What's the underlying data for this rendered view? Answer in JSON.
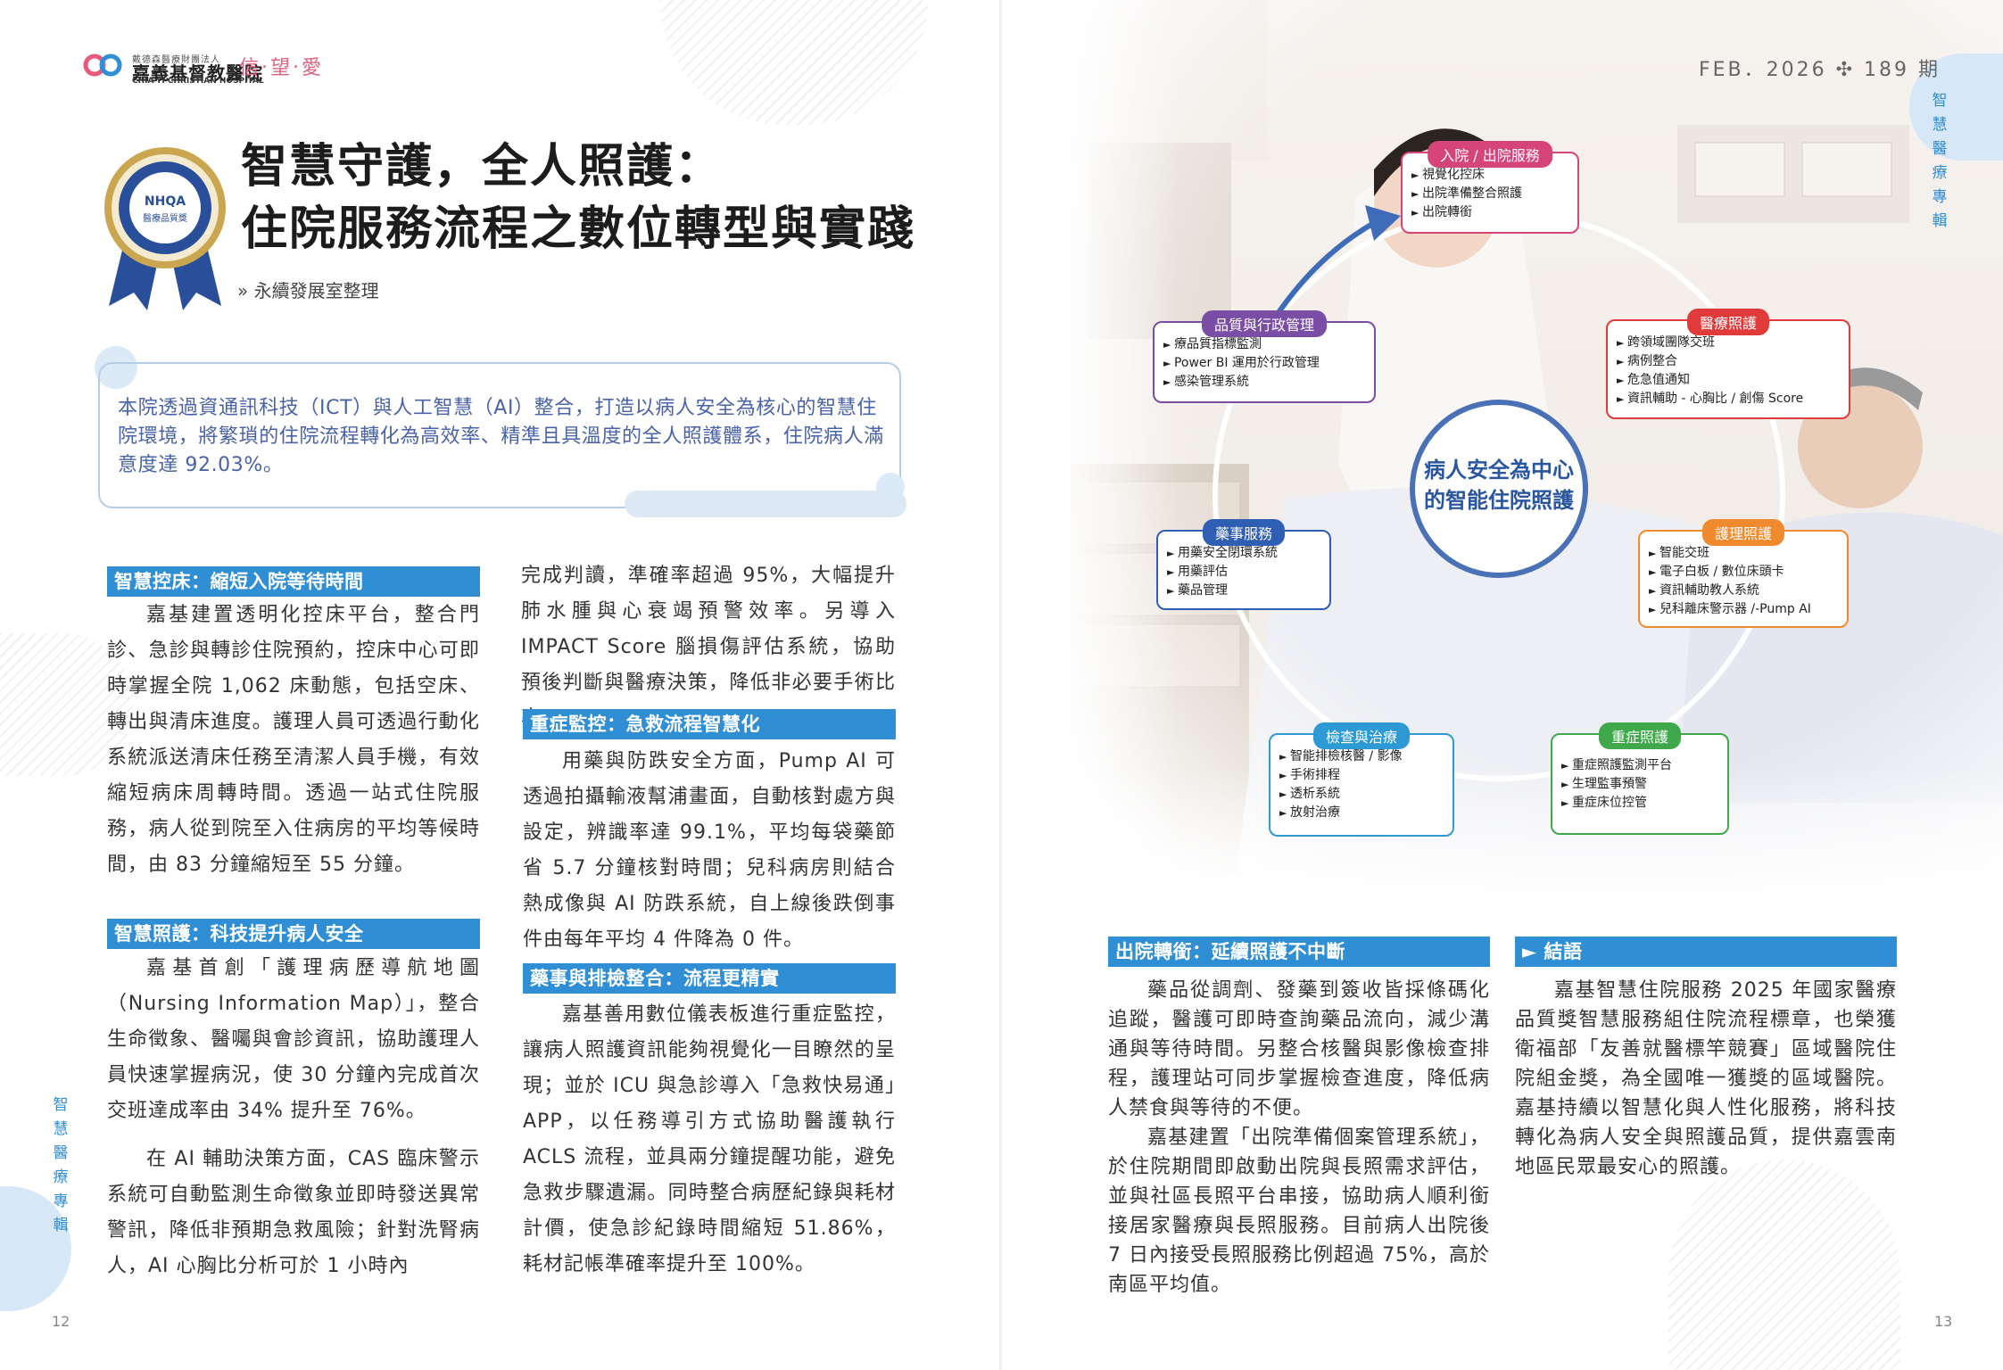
{
  "header": {
    "hospital_small": "戴德森醫療財團法人",
    "hospital_name": "嘉義基督教醫院",
    "hospital_en": "CHIA-YI CHRISTIAN HOSPITAL",
    "motto": "信‧望‧愛",
    "issue": "FEB．2026 ✣ 189 期"
  },
  "article": {
    "title_line1": "智慧守護，全人照護：",
    "title_line2": "住院服務流程之數位轉型與實踐",
    "byline": "» 永續發展室整理",
    "intro": "本院透過資通訊科技（ICT）與人工智慧（AI）整合，打造以病人安全為核心的智慧住院環境，將繁瑣的住院流程轉化為高效率、精準且具溫度的全人照護體系，住院病人滿意度達 92.03%。"
  },
  "medal": {
    "text_top": "NHQA",
    "text_bottom": "醫療品質獎"
  },
  "sections": {
    "s1": {
      "heading": "智慧控床：縮短入院等待時間",
      "body": "嘉基建置透明化控床平台，整合門診、急診與轉診住院預約，控床中心可即時掌握全院 1,062 床動態，包括空床、轉出與清床進度。護理人員可透過行動化系統派送清床任務至清潔人員手機，有效縮短病床周轉時間。透過一站式住院服務，病人從到院至入住病房的平均等候時間，由 83 分鐘縮短至 55 分鐘。"
    },
    "s2": {
      "heading": "智慧照護：科技提升病人安全",
      "body1": "嘉基首創「護理病歷導航地圖（Nursing Information Map）」，整合生命徵象、醫囑與會診資訊，協助護理人員快速掌握病況，使 30 分鐘內完成首次交班達成率由 34% 提升至 76%。",
      "body2": "在 AI 輔助決策方面，CAS 臨床警示系統可自動監測生命徵象並即時發送異常警訊，降低非預期急救風險；針對洗腎病人，AI 心胸比分析可於 1 小時內",
      "body2_cont": "完成判讀，準確率超過 95%，大幅提升肺水腫與心衰竭預警效率。另導入 IMPACT Score 腦損傷評估系統，協助預後判斷與醫療決策，降低非必要手術比率。"
    },
    "s3": {
      "heading": "重症監控：急救流程智慧化",
      "body": "用藥與防跌安全方面，Pump AI 可透過拍攝輸液幫浦畫面，自動核對處方與設定，辨識率達 99.1%，平均每袋藥節省 5.7 分鐘核對時間；兒科病房則結合熱成像與 AI 防跌系統，自上線後跌倒事件由每年平均 4 件降為 0 件。"
    },
    "s4": {
      "heading": "藥事與排檢整合：流程更精實",
      "body": "嘉基善用數位儀表板進行重症監控，讓病人照護資訊能夠視覺化一目瞭然的呈現；並於 ICU 與急診導入「急救快易通」APP，以任務導引方式協助醫護執行 ACLS 流程，並具兩分鐘提醒功能，避免急救步驟遺漏。同時整合病歷紀錄與耗材計價，使急診紀錄時間縮短 51.86%，耗材記帳準確率提升至 100%。"
    },
    "s5": {
      "heading": "出院轉銜：延續照護不中斷",
      "body1": "藥品從調劑、發藥到簽收皆採條碼化追蹤，醫護可即時查詢藥品流向，減少溝通與等待時間。另整合核醫與影像檢查排程，護理站可同步掌握檢查進度，降低病人禁食與等待的不便。",
      "body2": "嘉基建置「出院準備個案管理系統」，於住院期間即啟動出院與長照需求評估，並與社區長照平台串接，協助病人順利銜接居家醫療與長照服務。目前病人出院後 7 日內接受長照服務比例超過 75%，高於南區平均值。"
    },
    "s6": {
      "heading": "► 結語",
      "body": "嘉基智慧住院服務 2025 年國家醫療品質獎智慧服務組住院流程標章，也榮獲衛福部「友善就醫標竿競賽」區域醫院住院組金獎，為全國唯一獲獎的區域醫院。嘉基持續以智慧化與人性化服務，將科技轉化為病人安全與照護品質，提供嘉雲南地區民眾最安心的照護。"
    }
  },
  "diagram": {
    "center": [
      "病人安全為中心",
      "的智能住院照護"
    ],
    "boxes": [
      {
        "title": "入院 / 出院服務",
        "color": "#d6457a",
        "items": [
          "視覺化控床",
          "出院準備整合照護",
          "出院轉銜"
        ]
      },
      {
        "title": "醫療照護",
        "color": "#e03a3a",
        "items": [
          "跨領域團隊交班",
          "病例整合",
          "危急值通知",
          "資訊輔助 - 心胸比 / 創傷 Score"
        ]
      },
      {
        "title": "護理照護",
        "color": "#ef8a2e",
        "items": [
          "智能交班",
          "電子白板 / 數位床頭卡",
          "資訊輔助教人系統",
          "兒科離床警示器 /-Pump AI"
        ]
      },
      {
        "title": "重症照護",
        "color": "#3ea84a",
        "items": [
          "重症照護監測平台",
          "生理監事預警",
          "重症床位控管"
        ]
      },
      {
        "title": "檢查與治療",
        "color": "#2d9ad6",
        "items": [
          "智能排檢核醫 / 影像",
          "手術排程",
          "透析系統",
          "放射治療"
        ]
      },
      {
        "title": "藥事服務",
        "color": "#2f5fb5",
        "items": [
          "用藥安全閉環系統",
          "用藥評估",
          "藥品管理"
        ]
      },
      {
        "title": "品質與行政管理",
        "color": "#7b4ea6",
        "items": [
          "療品質指標監測",
          "Power BI 運用於行政管理",
          "感染管理系統"
        ]
      }
    ]
  },
  "side_labels": {
    "right_top": "智慧醫療專輯",
    "left_bottom": "智慧醫療專輯"
  },
  "pages": {
    "left": "12",
    "right": "13"
  }
}
